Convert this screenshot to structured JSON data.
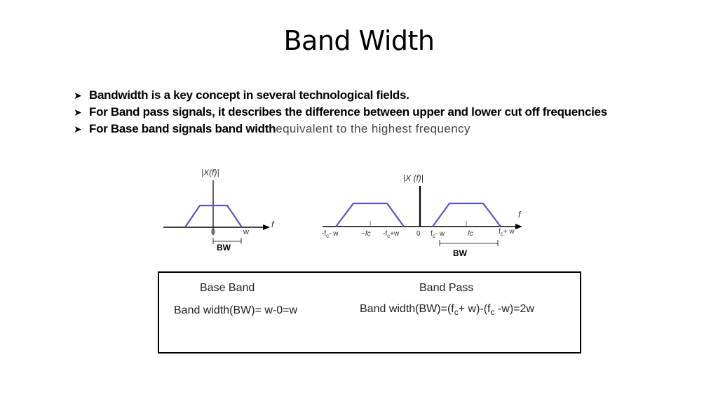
{
  "slide": {
    "title": "Band Width",
    "bullets": [
      {
        "bold": "Bandwidth is a key concept in several technological fields.",
        "normal": ""
      },
      {
        "bold": "For Band pass signals, it describes the difference between upper and lower cut off frequencies",
        "normal": ""
      },
      {
        "bold": "For Base band signals band width",
        "normal": " equivalent to the highest frequency"
      }
    ],
    "bullet_icon": "arrow-bullet-icon"
  },
  "diagram_left": {
    "y_label": "|X(f)|",
    "x_label": "f",
    "tick_zero": "0",
    "tick_w": "w",
    "bw_label": "BW"
  },
  "diagram_right": {
    "y_label": "|X (f)|",
    "x_label": "f",
    "ticks": [
      "-f",
      "c",
      "- w",
      "−fc",
      "-f",
      "c",
      "+w",
      "0",
      "f",
      "c",
      "- w",
      "fc",
      "f",
      "c",
      "+ w"
    ],
    "bw_label": "BW"
  },
  "summary_box": {
    "base_band_heading": "Base Band",
    "base_band_formula": "Band width(BW)= w-0=w",
    "band_pass_heading": "Band Pass",
    "band_pass_formula_a": "Band width(BW)=(f",
    "band_pass_sub1": "c",
    "band_pass_formula_b": "+ w)-(f",
    "band_pass_sub2": "c",
    "band_pass_formula_c": " -w)=2w"
  },
  "colors": {
    "trapezoid": "#5b55c8",
    "axis": "#000000"
  }
}
